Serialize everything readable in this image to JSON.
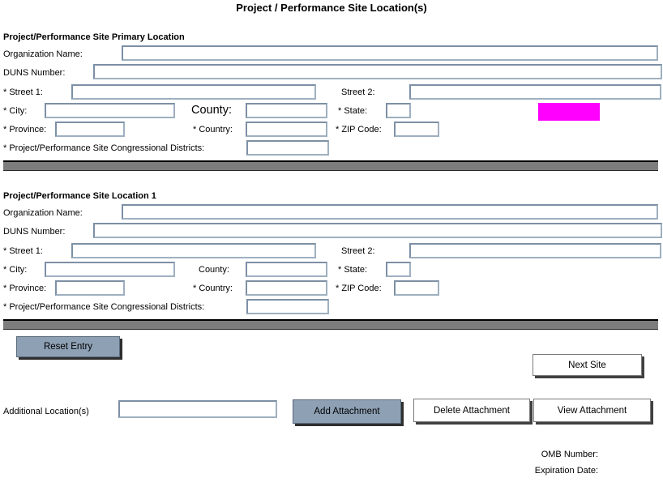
{
  "title": "Project / Performance Site Location(s)",
  "field_labels": {
    "organization_name": "Organization Name:",
    "duns_number": "DUNS Number:",
    "street1": "* Street 1:",
    "street2": "Street 2:",
    "city": "* City:",
    "county": "County:",
    "state": "* State:",
    "province": "* Province:",
    "country": "* Country:",
    "zip": "* ZIP Code:",
    "congressional_districts": "* Project/Performance Site Congressional Districts:"
  },
  "sections": [
    {
      "header": "Project/Performance Site Primary Location",
      "values": {
        "organization_name": "",
        "duns_number": "",
        "street1": "",
        "street2": "",
        "city": "",
        "county": "",
        "state": "",
        "province": "",
        "country": "",
        "zip": "",
        "congressional_districts": ""
      }
    },
    {
      "header": "Project/Performance Site Location 1",
      "values": {
        "organization_name": "",
        "duns_number": "",
        "street1": "",
        "street2": "",
        "city": "",
        "county": "",
        "state": "",
        "province": "",
        "country": "",
        "zip": "",
        "congressional_districts": ""
      }
    }
  ],
  "actions": {
    "reset_entry": "Reset Entry",
    "next_site": "Next Site",
    "add_attachment": "Add Attachment",
    "delete_attachment": "Delete Attachment",
    "view_attachment": "View Attachment"
  },
  "additional_locations": {
    "label": "Additional Location(s)",
    "value": ""
  },
  "footer": {
    "omb_label": "OMB Number:",
    "expiration_label": "Expiration Date:"
  },
  "colors": {
    "highlight": "#ff00ff",
    "button_accent": "#8da0b4",
    "separator": "#7d7d7d"
  }
}
